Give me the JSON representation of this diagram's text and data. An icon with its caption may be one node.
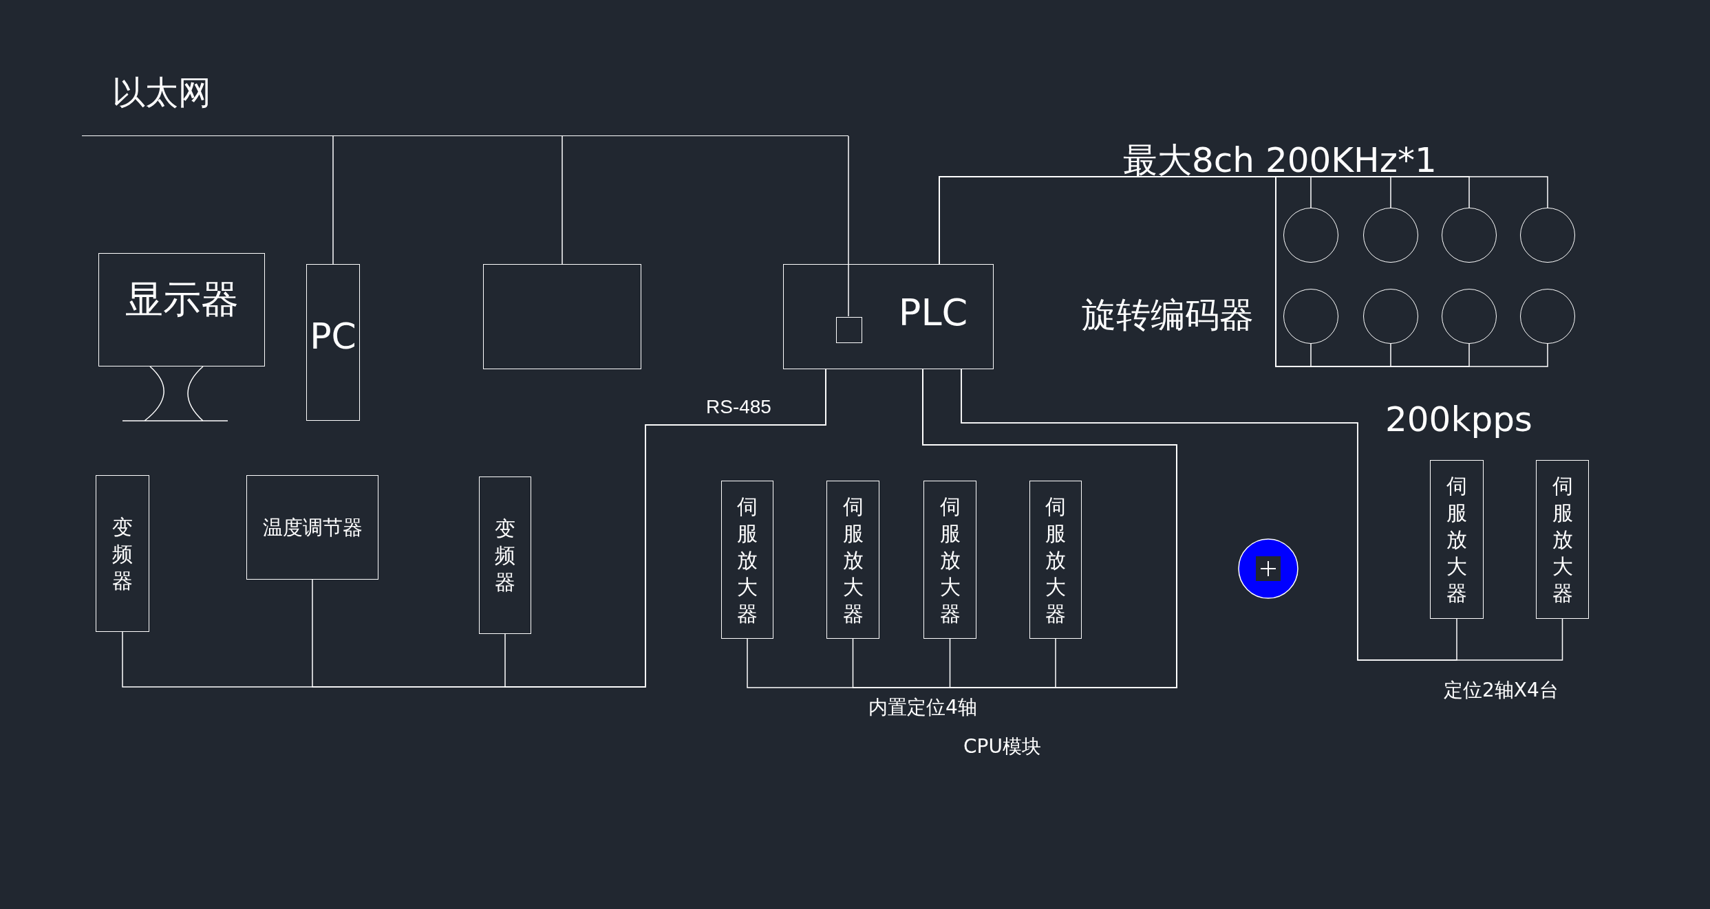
{
  "diagram": {
    "nodes": [
      {
        "text": [
          "以太网"
        ]
      },
      {
        "text": [
          "显示器"
        ]
      },
      {
        "text": [
          "PC"
        ]
      },
      {
        "text": [],
        "shape": "box"
      },
      {
        "text": [
          "PLC"
        ]
      },
      {
        "text": [],
        "shape": "box",
        "in": 4
      },
      {
        "text": [
          "变频器"
        ]
      },
      {
        "text": [
          "温度调节器"
        ]
      },
      {
        "text": [
          "变频器"
        ]
      },
      {
        "text": [
          "伺服放大器"
        ]
      },
      {
        "text": [
          "伺服放大器"
        ]
      },
      {
        "text": [
          "伺服放大器"
        ]
      },
      {
        "text": [
          "伺服放大器"
        ]
      },
      {
        "text": [
          "伺服放大器"
        ]
      },
      {
        "text": [
          "伺服放大器"
        ]
      },
      {
        "text": [],
        "shape": "circle"
      },
      {
        "text": [],
        "shape": "circle"
      },
      {
        "text": [],
        "shape": "circle"
      },
      {
        "text": [],
        "shape": "circle"
      },
      {
        "text": [],
        "shape": "circle"
      },
      {
        "text": [],
        "shape": "circle"
      },
      {
        "text": [],
        "shape": "circle"
      },
      {
        "text": [],
        "shape": "circle"
      }
    ],
    "edges": [
      {
        "from": 0,
        "to": 2,
        "arrow": "none"
      },
      {
        "from": 0,
        "to": 3,
        "arrow": "none"
      },
      {
        "from": 0,
        "to": 5,
        "arrow": "none"
      },
      {
        "from": 4,
        "to": 6,
        "arrow": "none",
        "label": "RS-485"
      },
      {
        "from": 4,
        "to": 7,
        "arrow": "none"
      },
      {
        "from": 4,
        "to": 8,
        "arrow": "none"
      },
      {
        "from": 4,
        "to": 9,
        "arrow": "none"
      },
      {
        "from": 4,
        "to": 10,
        "arrow": "none"
      },
      {
        "from": 4,
        "to": 11,
        "arrow": "none"
      },
      {
        "from": 4,
        "to": 12,
        "arrow": "none"
      },
      {
        "from": 4,
        "to": 13,
        "arrow": "none"
      },
      {
        "from": 4,
        "to": 14,
        "arrow": "none"
      },
      {
        "from": 4,
        "to": 15,
        "arrow": "none"
      },
      {
        "from": 4,
        "to": 16,
        "arrow": "none"
      },
      {
        "from": 4,
        "to": 17,
        "arrow": "none"
      },
      {
        "from": 4,
        "to": 18,
        "arrow": "none"
      },
      {
        "from": 4,
        "to": 19,
        "arrow": "none"
      },
      {
        "from": 4,
        "to": 20,
        "arrow": "none"
      },
      {
        "from": 4,
        "to": 21,
        "arrow": "none"
      },
      {
        "from": 4,
        "to": 22,
        "arrow": "none"
      }
    ],
    "labels": [
      "最大8ch 200KHz*1",
      "旋转编码器",
      "200kpps",
      "内置定位4轴",
      "CPU模块",
      "定位2轴X4台"
    ]
  }
}
